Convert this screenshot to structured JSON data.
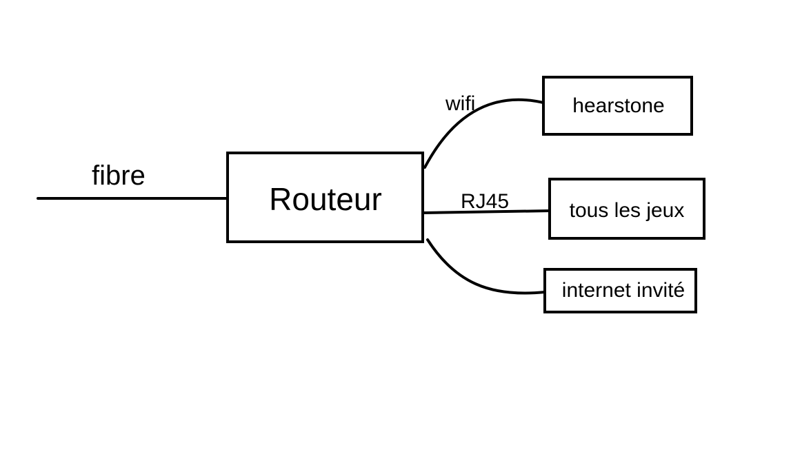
{
  "diagram": {
    "input_label": "fibre",
    "router_label": "Routeur",
    "connections": {
      "wifi": "wifi",
      "rj45": "RJ45"
    },
    "devices": {
      "hearstone": "hearstone",
      "tous_les_jeux": "tous les jeux",
      "internet_invite": "internet invité"
    }
  },
  "colors": {
    "line": "#000000",
    "background": "#ffffff"
  }
}
